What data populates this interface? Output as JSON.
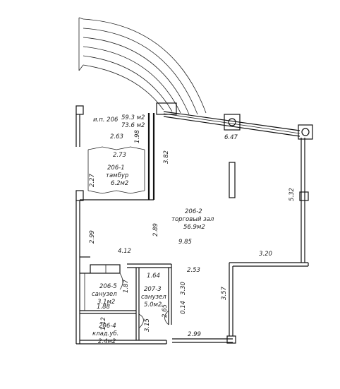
{
  "unit_label": "м2",
  "building": {
    "code": "и.п. 206",
    "area_1": "59.3 м2",
    "area_2": "73.6 м2"
  },
  "rooms": [
    {
      "id": "206-1",
      "code": "206-1",
      "name": "тамбур",
      "area": "6.2м2"
    },
    {
      "id": "206-2",
      "code": "206-2",
      "name": "торговый зал",
      "area": "56.9м2"
    },
    {
      "id": "206-5",
      "code": "206-5",
      "name": "санузел",
      "area": "3.1м2"
    },
    {
      "id": "207-3",
      "code": "207-3",
      "name": "санузел",
      "area": "5.0м2"
    },
    {
      "id": "206-4",
      "code": "206-4",
      "name": "клад.уб.",
      "area": "2.4м2"
    }
  ],
  "dimensions": {
    "d_6_47": "6.47",
    "d_2_63": "2.63",
    "d_1_98": "1.98",
    "d_2_73": "2.73",
    "d_3_82": "3.82",
    "d_2_27": "2.27",
    "d_5_32": "5.32",
    "d_2_99_left": "2.99",
    "d_2_89": "2.89",
    "d_9_85": "9.85",
    "d_4_12": "4.12",
    "d_3_20": "3.20",
    "d_2_53": "2.53",
    "d_1_64": "1.64",
    "d_1_87": "1.87",
    "d_3_30": "3.30",
    "d_3_57": "3.57",
    "d_1_88": "1.88",
    "d_0_14": "0.14",
    "d_2_65": "2.65",
    "d_1_12": "1.12",
    "d_3_15": "3.15",
    "d_2_99_bottom": "2.99"
  }
}
